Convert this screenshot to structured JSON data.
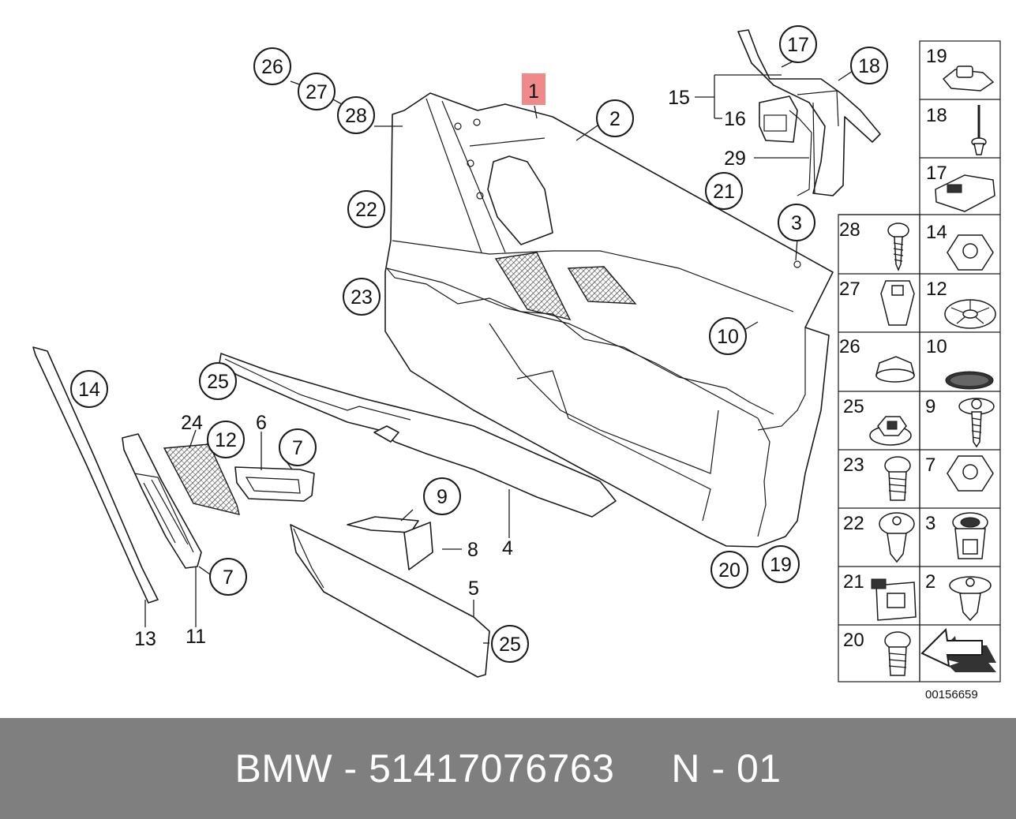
{
  "diagram": {
    "callouts": {
      "c1": "1",
      "c2": "2",
      "c3": "3",
      "c4": "4",
      "c5": "5",
      "c6": "6",
      "c7a": "7",
      "c7b": "7",
      "c8": "8",
      "c9": "9",
      "c10": "10",
      "c11": "11",
      "c12": "12",
      "c13": "13",
      "c14": "14",
      "c15": "15",
      "c16": "16",
      "c17": "17",
      "c18": "18",
      "c19": "19",
      "c20": "20",
      "c21": "21",
      "c22": "22",
      "c23": "23",
      "c24": "24",
      "c25a": "25",
      "c25b": "25",
      "c26": "26",
      "c27": "27",
      "c28": "28",
      "c29": "29"
    },
    "highlight_color": "#f08a8a",
    "legend_cells": [
      "19",
      "18",
      "17",
      "28",
      "14",
      "27",
      "12",
      "26",
      "10",
      "25",
      "9",
      "23",
      "7",
      "22",
      "3",
      "21",
      "2",
      "20"
    ],
    "document_number": "00156659"
  },
  "footer": {
    "text": "BMW - 51417076763     N - 01",
    "background": "#7f7f7f"
  }
}
